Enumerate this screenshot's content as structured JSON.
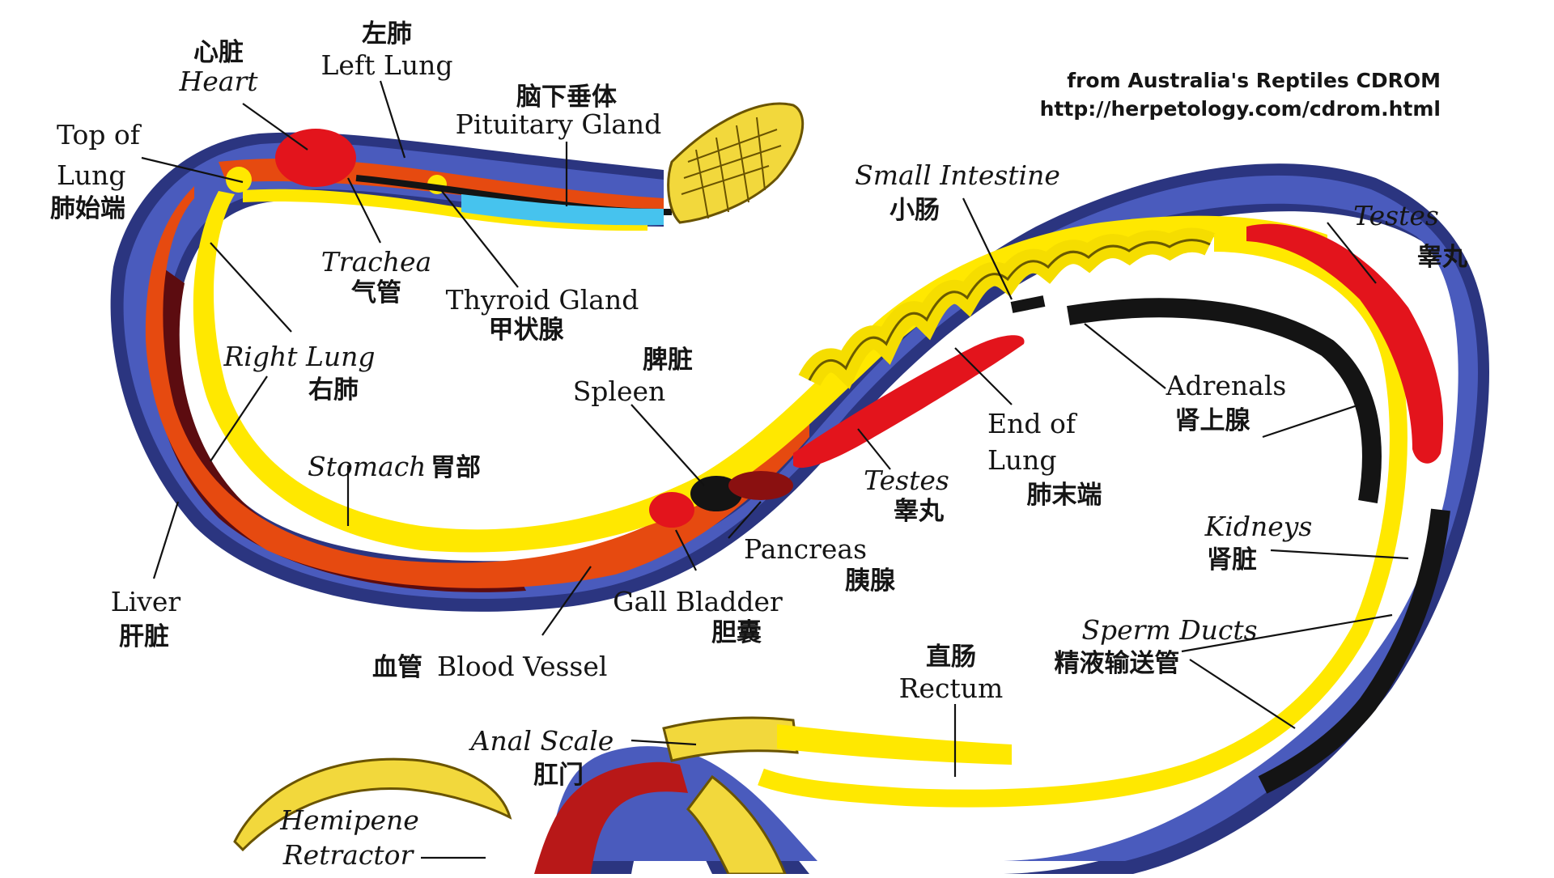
{
  "credit": {
    "line1": "from Australia's Reptiles CDROM",
    "line2": "http://herpetology.com/cdrom.html"
  },
  "labels": {
    "heart": {
      "zh": "心脏",
      "en": "Heart"
    },
    "left_lung": {
      "zh": "左肺",
      "en": "Left Lung"
    },
    "pituitary": {
      "zh": "脑下垂体",
      "en": "Pituitary Gland"
    },
    "top_of_lung": {
      "en_1": "Top of",
      "en_2": "Lung",
      "zh": "肺始端"
    },
    "trachea": {
      "en": "Trachea",
      "zh": "气管"
    },
    "thyroid": {
      "en": "Thyroid Gland",
      "zh": "甲状腺"
    },
    "right_lung": {
      "en": "Right Lung",
      "zh": "右肺"
    },
    "stomach": {
      "en": "Stomach",
      "zh": "胃部"
    },
    "liver": {
      "en": "Liver",
      "zh": "肝脏"
    },
    "blood_vessel": {
      "zh": "血管",
      "en": "Blood Vessel"
    },
    "spleen": {
      "zh": "脾脏",
      "en": "Spleen"
    },
    "pancreas": {
      "en": "Pancreas",
      "zh": "胰腺"
    },
    "gall_bladder": {
      "en": "Gall Bladder",
      "zh": "胆囊"
    },
    "small_intestine": {
      "en": "Small Intestine",
      "zh": "小肠"
    },
    "testes_mid": {
      "en": "Testes",
      "zh": "睾丸"
    },
    "end_of_lung": {
      "en_1": "End of",
      "en_2": "Lung",
      "zh": "肺末端"
    },
    "testes_right": {
      "en": "Testes",
      "zh": "睾丸"
    },
    "adrenals": {
      "en": "Adrenals",
      "zh": "肾上腺"
    },
    "kidneys": {
      "en": "Kidneys",
      "zh": "肾脏"
    },
    "sperm_ducts": {
      "en": "Sperm Ducts",
      "zh": "精液输送管"
    },
    "rectum": {
      "zh": "直肠",
      "en": "Rectum"
    },
    "anal_scale": {
      "en": "Anal Scale",
      "zh": "肛门"
    },
    "hemipene": {
      "en_1": "Hemipene",
      "en_2": "Retractor"
    }
  },
  "colors": {
    "body": "#4a5bbd",
    "body_edge": "#2b3580",
    "liver": "#5c0c10",
    "stomach": "#e64a10",
    "lung_yellow": "#ffe800",
    "organ_red": "#e3141c",
    "black": "#141414",
    "pituitary_blue": "#46c3ee",
    "head_yellow": "#f2d83c"
  }
}
